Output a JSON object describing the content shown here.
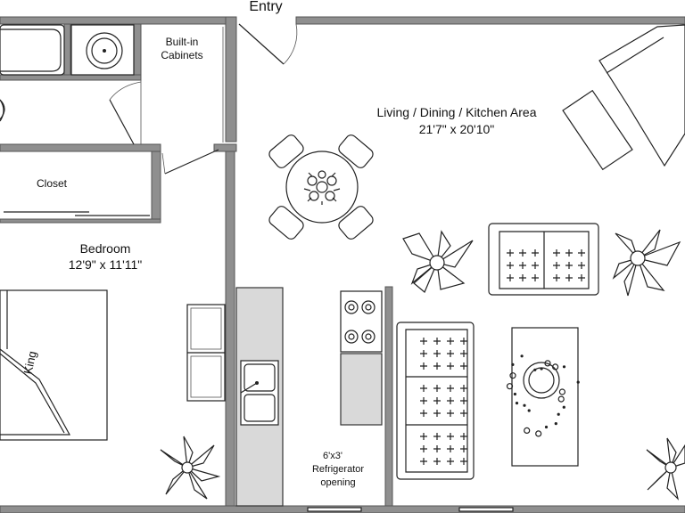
{
  "labels": {
    "entry": "Entry",
    "built_in_cabinets": [
      "Built-in",
      "Cabinets"
    ],
    "closet": "Closet",
    "living_area_name": "Living / Dining / Kitchen Area",
    "living_area_size": "21'7\" x 20'10\"",
    "bedroom_name": "Bedroom",
    "bedroom_size": "12'9\" x 11'11\"",
    "bed": "King",
    "refrigerator": [
      "6'x3'",
      "Refrigerator",
      "opening"
    ]
  },
  "icons": {
    "sink": "sink-icon",
    "plant": "potted-plant-icon",
    "flowers": "flower-centerpiece-icon",
    "stove": "stove-burner-icon"
  },
  "colors": {
    "wall": "#8f8f8f",
    "counter": "#d9d9d9",
    "line": "#222222"
  }
}
